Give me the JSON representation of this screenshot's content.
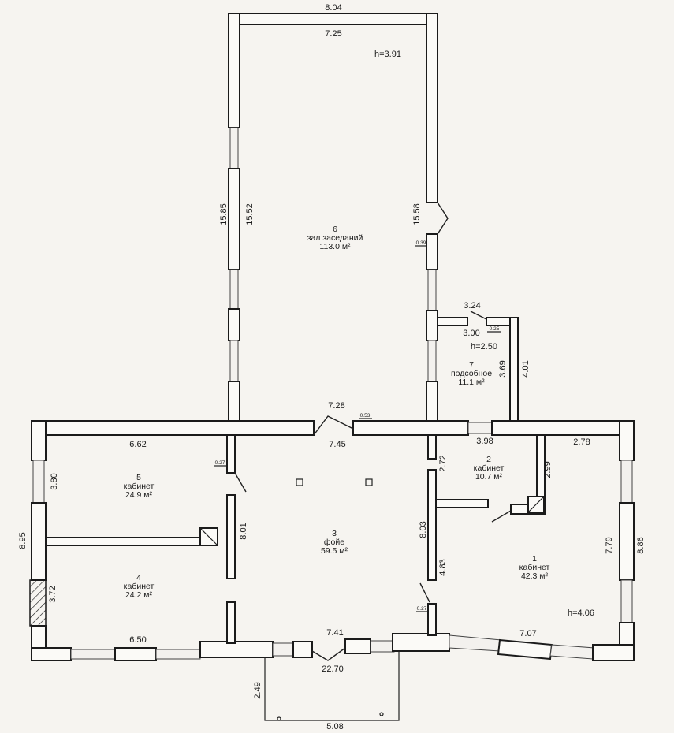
{
  "rooms": [
    {
      "number": "6",
      "name": "зал заседаний",
      "area": "113.0 м²"
    },
    {
      "number": "7",
      "name": "подсобное",
      "area": "11.1 м²"
    },
    {
      "number": "5",
      "name": "кабинет",
      "area": "24.9 м²"
    },
    {
      "number": "4",
      "name": "кабинет",
      "area": "24.2 м²"
    },
    {
      "number": "3",
      "name": "фойе",
      "area": "59.5 м²"
    },
    {
      "number": "2",
      "name": "кабинет",
      "area": "10.7 м²"
    },
    {
      "number": "1",
      "name": "кабинет",
      "area": "42.3 м²"
    }
  ],
  "heights": {
    "hall": "h=3.91",
    "storage": "h=2.50",
    "office1": "h=4.06"
  },
  "dimensions": {
    "hall_top_outer": "8.04",
    "hall_top_inner": "7.25",
    "hall_left_outer": "15.85",
    "hall_left_inner": "15.52",
    "hall_right": "15.58",
    "hall_right_small": "0.39",
    "storage_top": "3.24",
    "storage_inner": "3.00",
    "storage_small": "0.25",
    "storage_left": "3.69",
    "storage_right": "4.01",
    "foyer_top_outer": "7.28",
    "foyer_small": "0.53",
    "foyer_top_inner": "7.45",
    "office5_top": "6.62",
    "small_027_a": "0.27",
    "office5_left": "3.80",
    "west_outer": "8.95",
    "office4_left": "3.72",
    "partition_801": "8.01",
    "foyer_right": "8.03",
    "office2_left": "2.72",
    "office2_top": "3.98",
    "office2_right": "2.99",
    "east_top": "2.78",
    "east_inner": "7.79",
    "east_outer": "8.86",
    "lower_483": "4.83",
    "small_027_b": "0.27",
    "office4_bottom": "6.50",
    "foyer_bottom": "7.41",
    "office1_bottom": "7.07",
    "south_outer": "22.70",
    "porch_side": "2.49",
    "porch_width": "5.08"
  }
}
